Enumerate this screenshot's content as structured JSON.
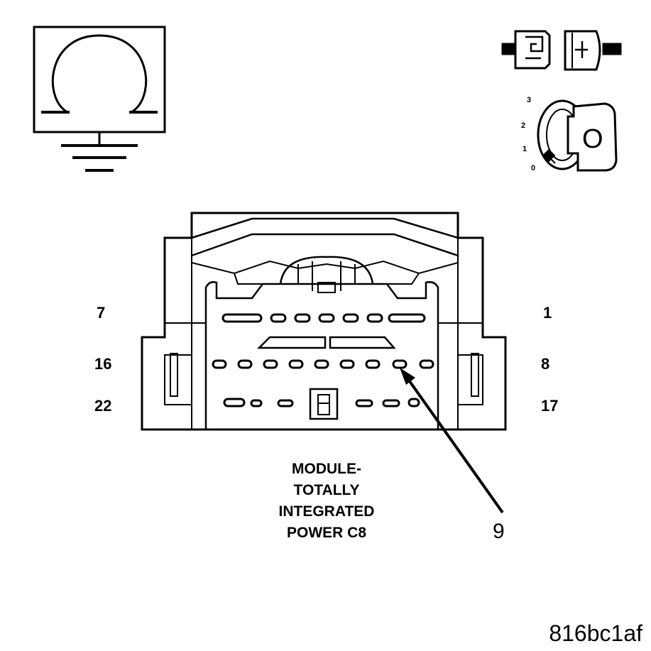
{
  "symbols": {
    "ohmmeter": {
      "icon": "ohm-ground-icon"
    },
    "disconnect": {
      "icon": "connector-disconnect-icon"
    },
    "ignition": {
      "icon": "ignition-key-icon",
      "positions": [
        "3",
        "2",
        "1",
        "0"
      ],
      "key_letter": "O"
    }
  },
  "connector": {
    "pin_labels": {
      "top_left": "7",
      "top_right": "1",
      "mid_left": "16",
      "mid_right": "8",
      "bottom_left": "22",
      "bottom_right": "17"
    },
    "callout": "9",
    "caption": [
      "MODULE-",
      "TOTALLY",
      "INTEGRATED",
      "POWER C8"
    ]
  },
  "figure_id": "816bc1af"
}
